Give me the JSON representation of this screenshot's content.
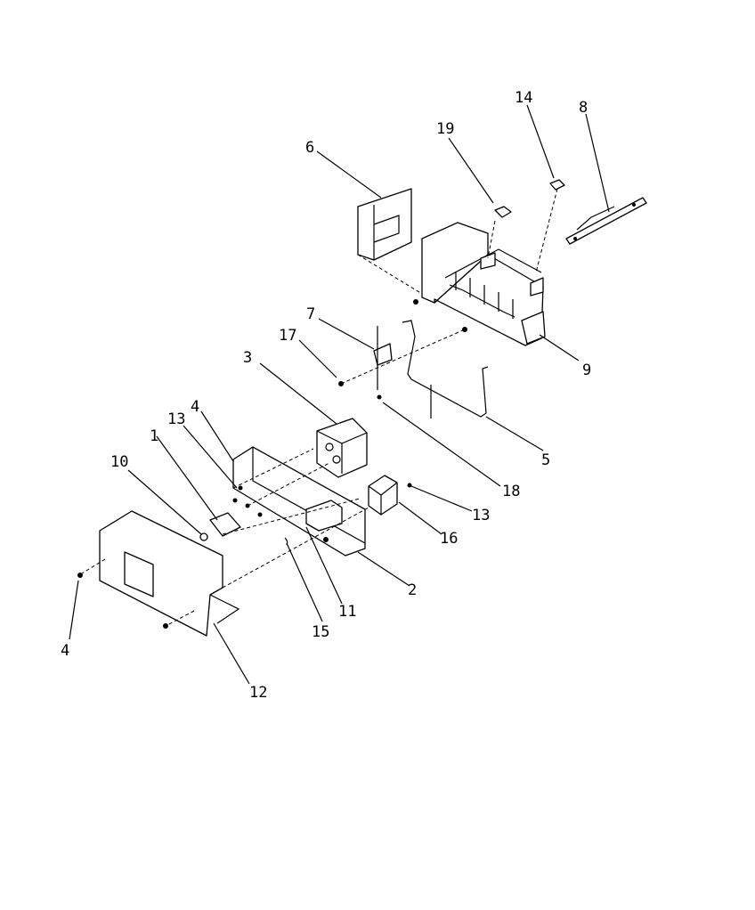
{
  "diagram": {
    "callouts": {
      "c1": "1",
      "c2": "2",
      "c3": "3",
      "c4_top": "4",
      "c4_left": "4",
      "c5": "5",
      "c6": "6",
      "c7": "7",
      "c8": "8",
      "c9": "9",
      "c10": "10",
      "c11": "11",
      "c12": "12",
      "c13_left": "13",
      "c13_right": "13",
      "c14": "14",
      "c15": "15",
      "c16": "16",
      "c17": "17",
      "c18": "18",
      "c19": "19"
    }
  }
}
